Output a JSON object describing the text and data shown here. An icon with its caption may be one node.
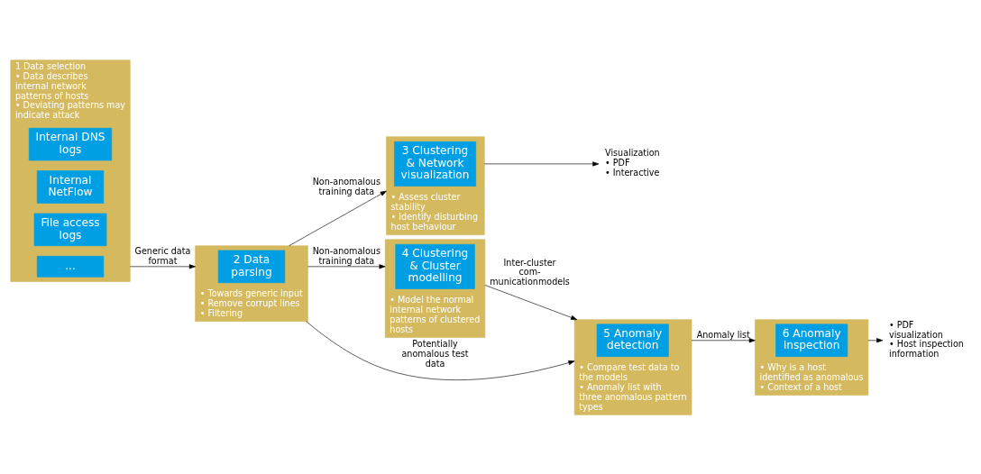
{
  "diagram": {
    "nodes": [
      {
        "text": [
          "1 Data selection",
          "• Data describes internal network patterns of hosts",
          "• Deviating patterns may indicate attack"
        ]
      },
      {
        "text": [
          "Internal DNS logs"
        ],
        "in": 0
      },
      {
        "text": [
          "Internal NetFlow"
        ],
        "in": 0
      },
      {
        "text": [
          "File access logs"
        ],
        "in": 0
      },
      {
        "text": [
          "..."
        ],
        "in": 0
      },
      {
        "text": [
          "• Towards generic input",
          "• Remove corrupt lines",
          "• Filtering"
        ]
      },
      {
        "text": [
          "2 Data parsing"
        ],
        "in": 5
      },
      {
        "text": [
          "• Assess cluster stability",
          "• Identify disturbing host behaviour"
        ]
      },
      {
        "text": [
          "3 Clustering & Network visualization"
        ],
        "in": 7
      },
      {
        "text": [
          "Visualization",
          "• PDF",
          "• Interactive"
        ]
      },
      {
        "text": [
          "• Model the normal internal network patterns of clustered hosts"
        ]
      },
      {
        "text": [
          "4 Clustering & Cluster modelling"
        ],
        "in": 10
      },
      {
        "text": [
          "• Compare test data to the models",
          "• Anomaly list with three anomalous pattern types"
        ]
      },
      {
        "text": [
          "5 Anomaly detection"
        ],
        "in": 12
      },
      {
        "text": [
          "• Why is a host identified as anomalous",
          "• Context of a host"
        ]
      },
      {
        "text": [
          "6 Anomaly inspection"
        ],
        "in": 14
      },
      {
        "text": [
          "• PDF visualization",
          "• Host inspection information"
        ]
      }
    ],
    "edges": [
      {
        "from": 0,
        "to": 5,
        "arrow": "to",
        "label": "Generic data format"
      },
      {
        "from": 5,
        "to": 7,
        "arrow": "to",
        "label": "Non-anomalous training data"
      },
      {
        "from": 5,
        "to": 10,
        "arrow": "to",
        "label": "Non-anomalous training data"
      },
      {
        "from": 5,
        "to": 12,
        "arrow": "to",
        "label": "Potentially anomalous test data"
      },
      {
        "from": 7,
        "to": 9,
        "arrow": "to"
      },
      {
        "from": 10,
        "to": 12,
        "arrow": "to",
        "label": "Inter-cluster com- municationmodels"
      },
      {
        "from": 12,
        "to": 14,
        "arrow": "to",
        "label": "Anomaly list"
      },
      {
        "from": 14,
        "to": 16,
        "arrow": "to"
      }
    ]
  }
}
